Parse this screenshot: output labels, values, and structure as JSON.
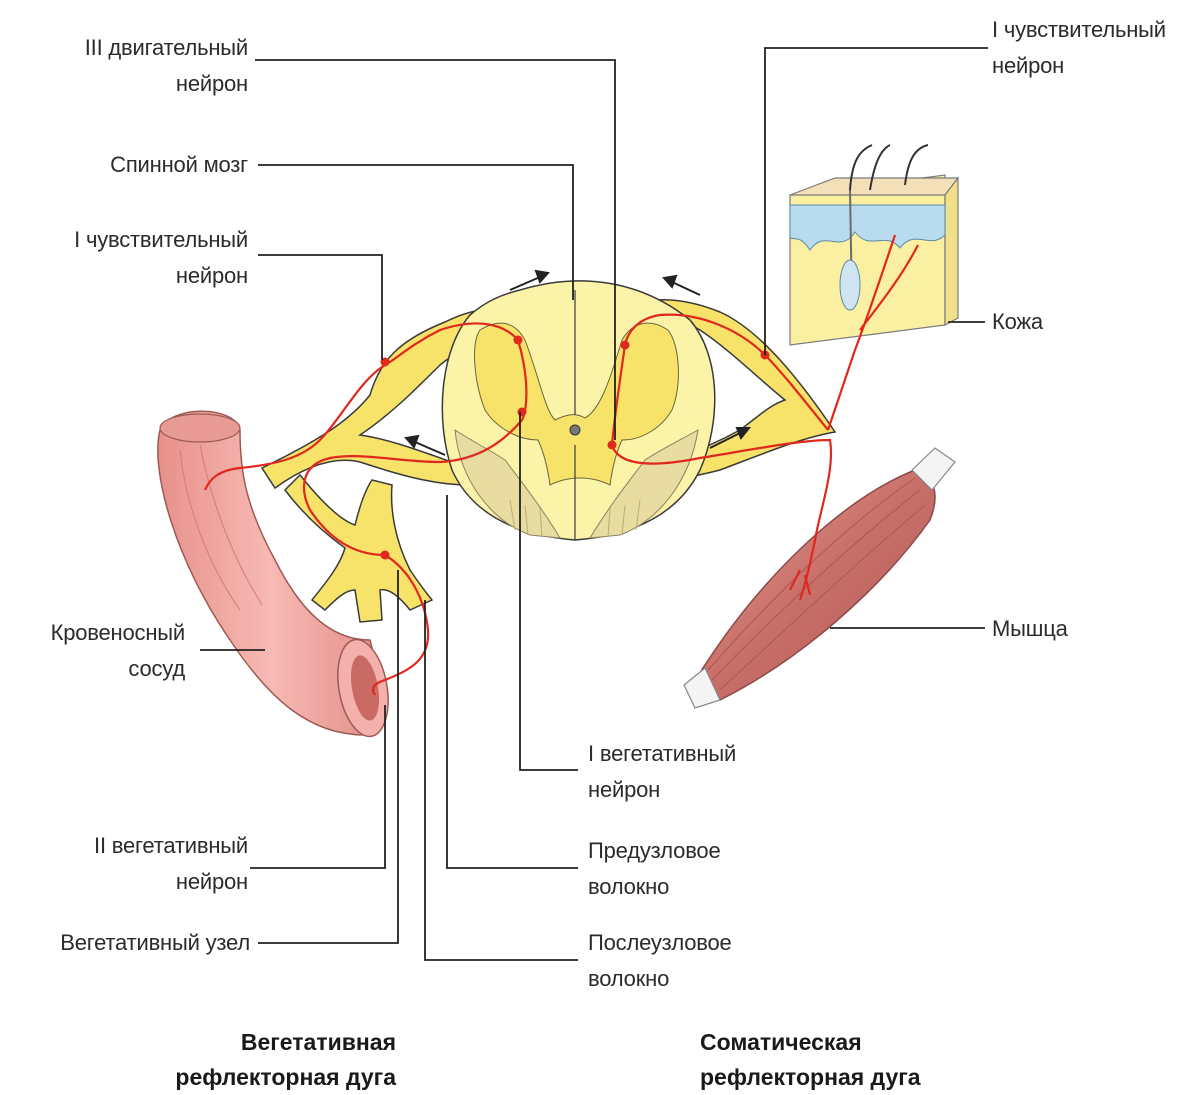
{
  "labels": {
    "motor_neuron_3": "III двигательный\nнейрон",
    "spinal_cord": "Спинной мозг",
    "sensory_neuron_1_left": "I чувствительный\nнейрон",
    "sensory_neuron_1_right": "I чувствительный\nнейрон",
    "skin": "Кожа",
    "muscle": "Мышца",
    "blood_vessel": "Кровеносный\nсосуд",
    "autonomic_neuron_1": "I вегетативный\nнейрон",
    "autonomic_neuron_2": "II вегетативный\nнейрон",
    "preganglionic_fiber": "Предузловое\nволокно",
    "autonomic_ganglion": "Вегетативный узел",
    "postganglionic_fiber": "Послеузловое\nволокно"
  },
  "captions": {
    "autonomic_arc": "Вегетативная\nрефлекторная дуга",
    "somatic_arc": "Соматическая\nрефлекторная дуга"
  },
  "colors": {
    "nerve_tissue": "#f7e36a",
    "nerve_outline": "#3a3a3a",
    "grey_matter": "#fbf3a8",
    "white_matter_stripe": "#e8dca0",
    "nerve_fiber": "#e0281e",
    "blood_vessel": "#f2a6a0",
    "muscle": "#cf7f78",
    "skin_top": "#f4e0b8",
    "skin_dermis": "#b8dcee",
    "skin_body": "#fbf0a2",
    "leader_line": "#222222"
  }
}
